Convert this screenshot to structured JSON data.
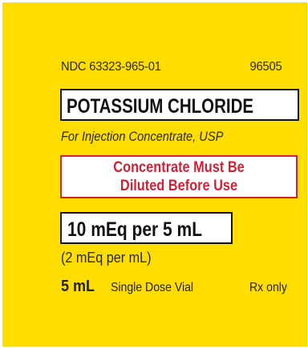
{
  "label": {
    "ndc": "NDC 63323-965-01",
    "product_code": "96505",
    "drug_name": "POTASSIUM CHLORIDE",
    "subtitle": "For Injection Concentrate, USP",
    "warning": {
      "line1": "Concentrate Must Be",
      "line2": "Diluted Before Use"
    },
    "dose": "10 mEq per 5 mL",
    "concentration": "(2 mEq per mL)",
    "volume": "5 mL",
    "container": "Single Dose Vial",
    "rx": "Rx only"
  },
  "colors": {
    "label_background": "#ffdd00",
    "warning_red": "#d41f35",
    "text_dark": "#111111"
  }
}
